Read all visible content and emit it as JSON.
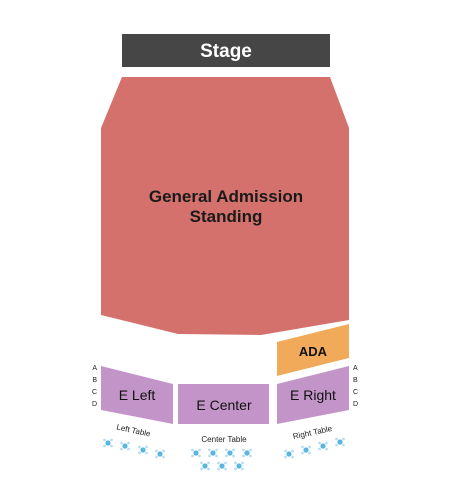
{
  "stage": {
    "label": "Stage",
    "color": "#464646"
  },
  "general_admission": {
    "line1": "General Admission",
    "line2": "Standing",
    "color": "#d4716c"
  },
  "ada": {
    "label": "ADA",
    "color": "#f0aa59"
  },
  "sections": {
    "left": {
      "label": "E Left"
    },
    "center": {
      "label": "E Center"
    },
    "right": {
      "label": "E Right"
    },
    "color": "#c394c8"
  },
  "row_letters": {
    "left": [
      "A",
      "B",
      "C",
      "D"
    ],
    "right": [
      "A",
      "B",
      "C",
      "D"
    ]
  },
  "tables": {
    "left": {
      "label": "Left Table"
    },
    "center": {
      "label": "Center Table"
    },
    "right": {
      "label": "Right Table"
    },
    "seat_color": "#5bb5e0",
    "seat_ring_color": "#b7def1"
  }
}
